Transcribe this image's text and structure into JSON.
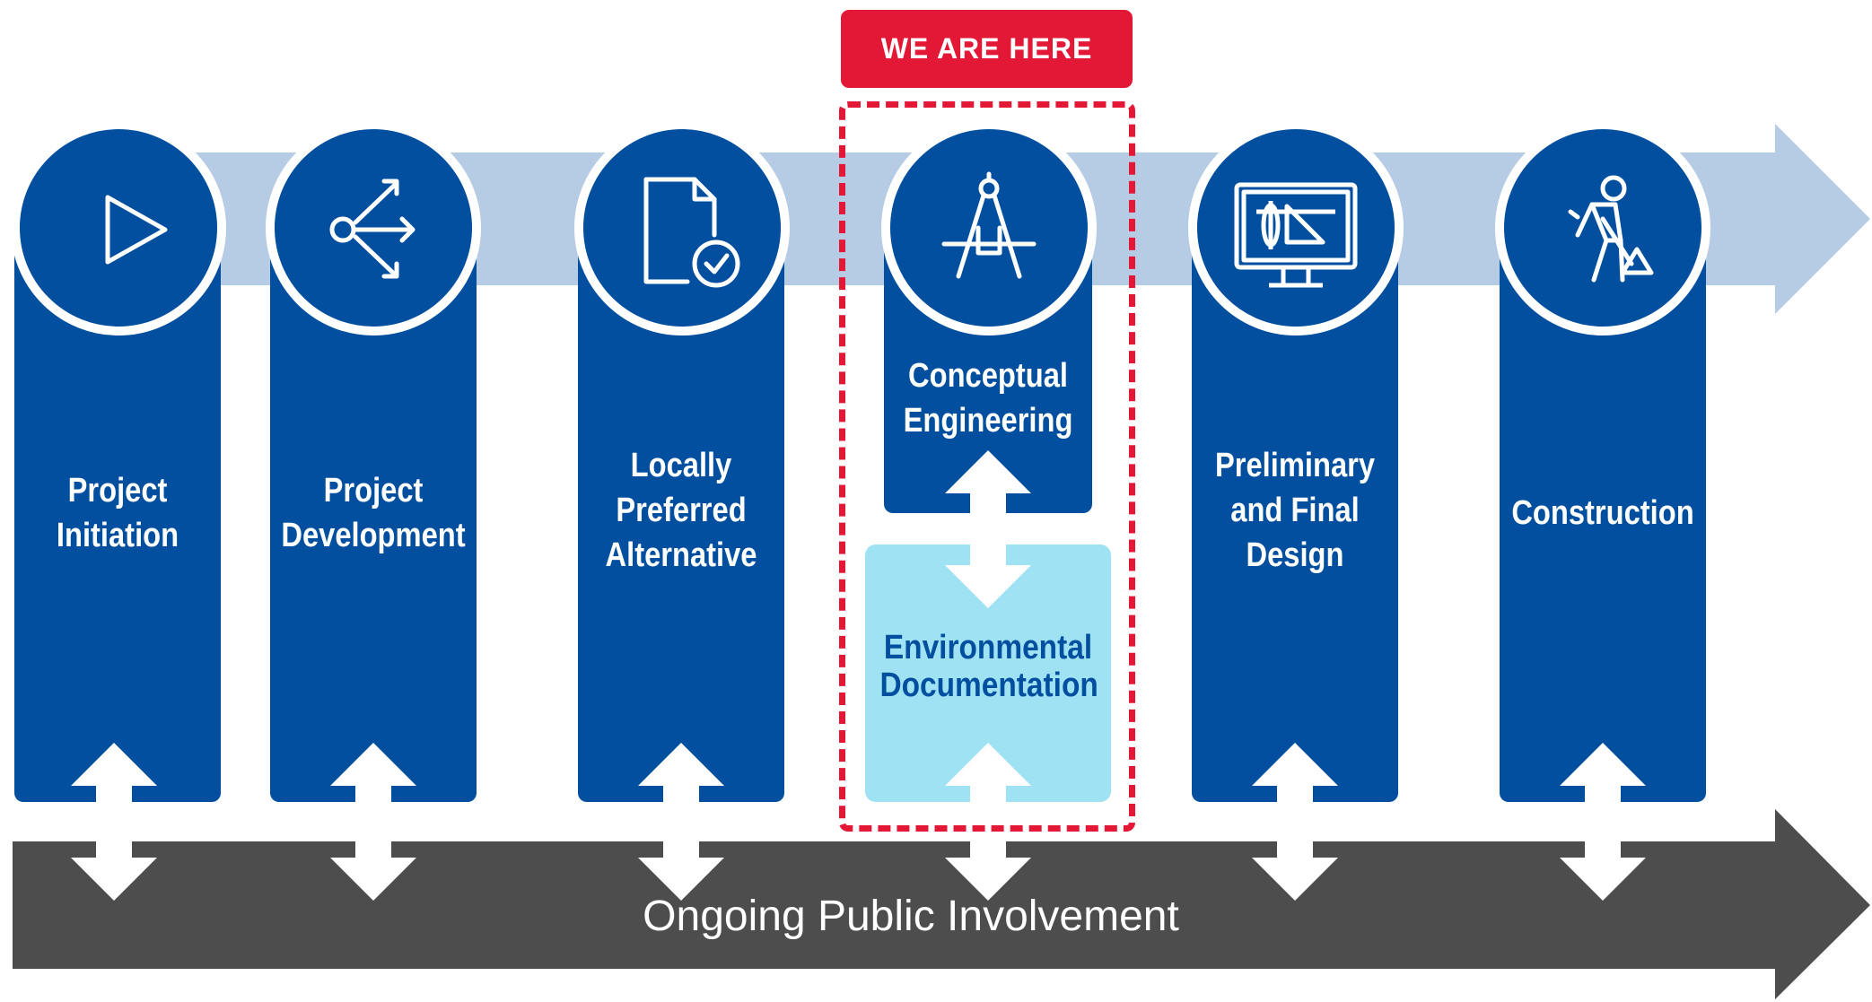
{
  "stages": [
    {
      "label": "Project\nInitiation",
      "icon": "play-icon"
    },
    {
      "label": "Project\nDevelopment",
      "icon": "branch-arrows-icon"
    },
    {
      "label": "Locally\nPreferred\nAlternative",
      "icon": "document-check-icon"
    },
    {
      "label": "Conceptual\nEngineering",
      "icon": "compass-icon"
    },
    {
      "label": "Preliminary\nand Final\nDesign",
      "icon": "computer-design-icon"
    },
    {
      "label": "Construction",
      "icon": "construction-worker-icon"
    }
  ],
  "sub_stage": {
    "label": "Environmental\nDocumentation"
  },
  "current_marker": {
    "label": "WE ARE HERE"
  },
  "bottom_bar": {
    "label": "Ongoing Public Involvement"
  },
  "colors": {
    "stage_blue": "#034f9f",
    "timeline_light_blue": "#b6cce4",
    "env_light_blue": "#9ee2f3",
    "highlight_red": "#e31837",
    "bottom_bar_gray": "#4d4d4d"
  }
}
